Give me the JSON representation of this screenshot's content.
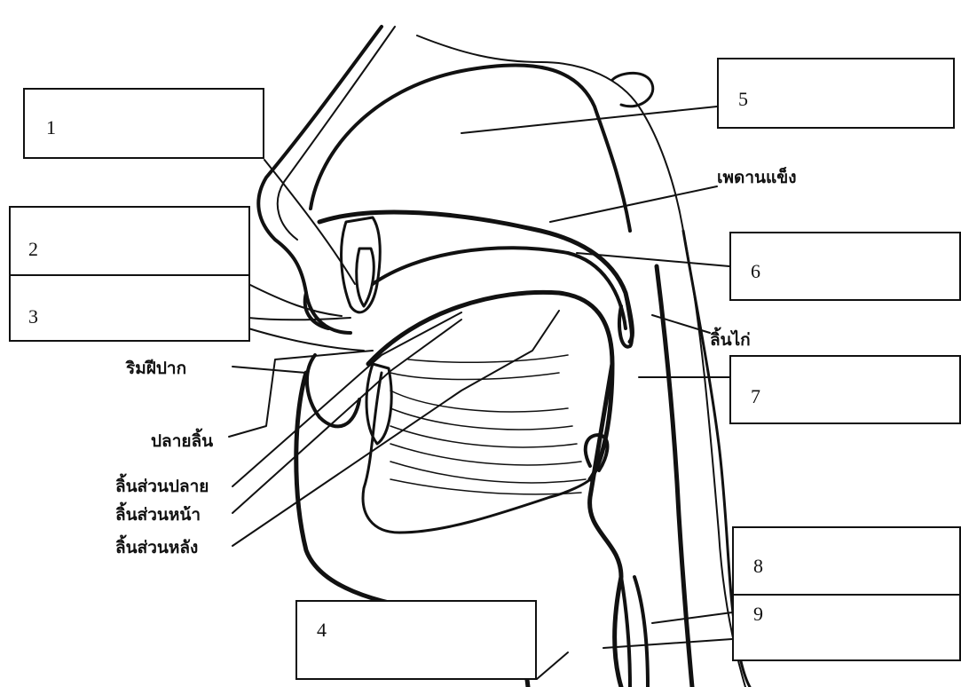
{
  "boxes": [
    {
      "id": "box-1",
      "label": "1"
    },
    {
      "id": "box-2",
      "label": "2"
    },
    {
      "id": "box-3",
      "label": "3"
    },
    {
      "id": "box-4",
      "label": "4"
    },
    {
      "id": "box-5",
      "label": "5"
    },
    {
      "id": "box-6",
      "label": "6"
    },
    {
      "id": "box-7",
      "label": "7"
    },
    {
      "id": "box-8",
      "label": "8"
    },
    {
      "id": "box-9",
      "label": "9"
    }
  ],
  "labels": {
    "hard_palate": "เพดานแข็ง",
    "uvula": "ลิ้นไก่",
    "lips": "ริมฝีปาก",
    "tongue_tip": "ปลายลิ้น",
    "tongue_blade": "ลิ้นส่วนปลาย",
    "tongue_front": "ลิ้นส่วนหน้า",
    "tongue_back": "ลิ้นส่วนหลัง"
  }
}
